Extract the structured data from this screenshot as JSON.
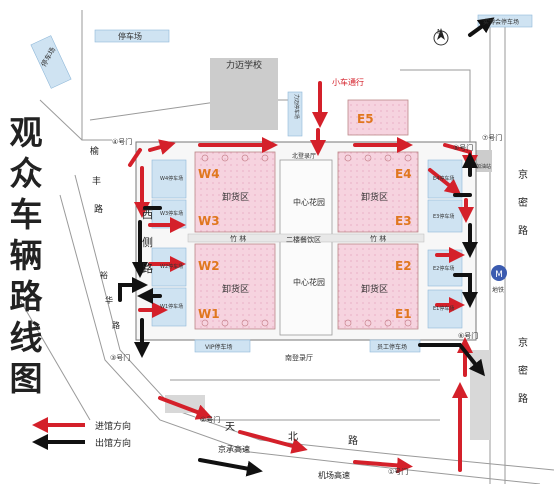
{
  "side_title": "观众车辆路线图",
  "halls": {
    "W4": "W4",
    "W3": "W3",
    "W2": "W2",
    "W1": "W1",
    "E4": "E4",
    "E3": "E3",
    "E2": "E2",
    "E1": "E1",
    "E5": "E5"
  },
  "hall_lots": {
    "W4": "W4停车场",
    "W3": "W3停车场",
    "W2": "W2停车场",
    "W1": "W1停车场",
    "E4": "E4停车场",
    "E3": "E3停车场",
    "E2": "E2停车场",
    "E1": "E1停车场"
  },
  "unload": {
    "nw": "卸货区",
    "ne": "卸货区",
    "sw": "卸货区",
    "se": "卸货区"
  },
  "center": {
    "top_garden": "中心花园",
    "lobby_top": "北登录厅",
    "dining": "二楼餐饮区",
    "bottom_garden": "中心花园",
    "bamboo_w": "竹  林",
    "bamboo_e": "竹  林",
    "south_lobby": "南登录厅"
  },
  "parking": {
    "top": "停车场",
    "left": "停车场",
    "vip": "VIP停车场",
    "staff": "员工停车场",
    "lima": "力迈停车场",
    "expo": "会展停车场"
  },
  "school": "力迈学校",
  "small_car": "小车通行",
  "roads": {
    "west_a": "西",
    "west_b": "侧",
    "west_c": "路",
    "yu1": "榆",
    "yu2": "丰",
    "yu3": "路",
    "ring1": "裕",
    "ring2": "华",
    "ring3": "路",
    "east1": "京",
    "east2": "密",
    "east3": "路",
    "east_b1": "京",
    "east_b2": "密",
    "east_b3": "路",
    "south_tian": "天",
    "south_bei": "北",
    "south_lu": "路",
    "jingcheng": "京承高速",
    "airport": "机场高速"
  },
  "gates": {
    "g1": "①号门",
    "g2": "②号门",
    "g3": "③号门",
    "g4": "④号门",
    "g5": "⑤号门",
    "g6": "⑥号门",
    "g7": "⑦号门"
  },
  "gas": "加油站",
  "metro": "地铁",
  "top_right": "实博会停车场",
  "compass": "N",
  "legend": {
    "in": "进馆方向",
    "out": "出馆方向"
  },
  "colors": {
    "in": "#d4202a",
    "out": "#111111",
    "hall": "#f6d3df",
    "lot": "#cfe3f2",
    "block": "#cccccc"
  }
}
